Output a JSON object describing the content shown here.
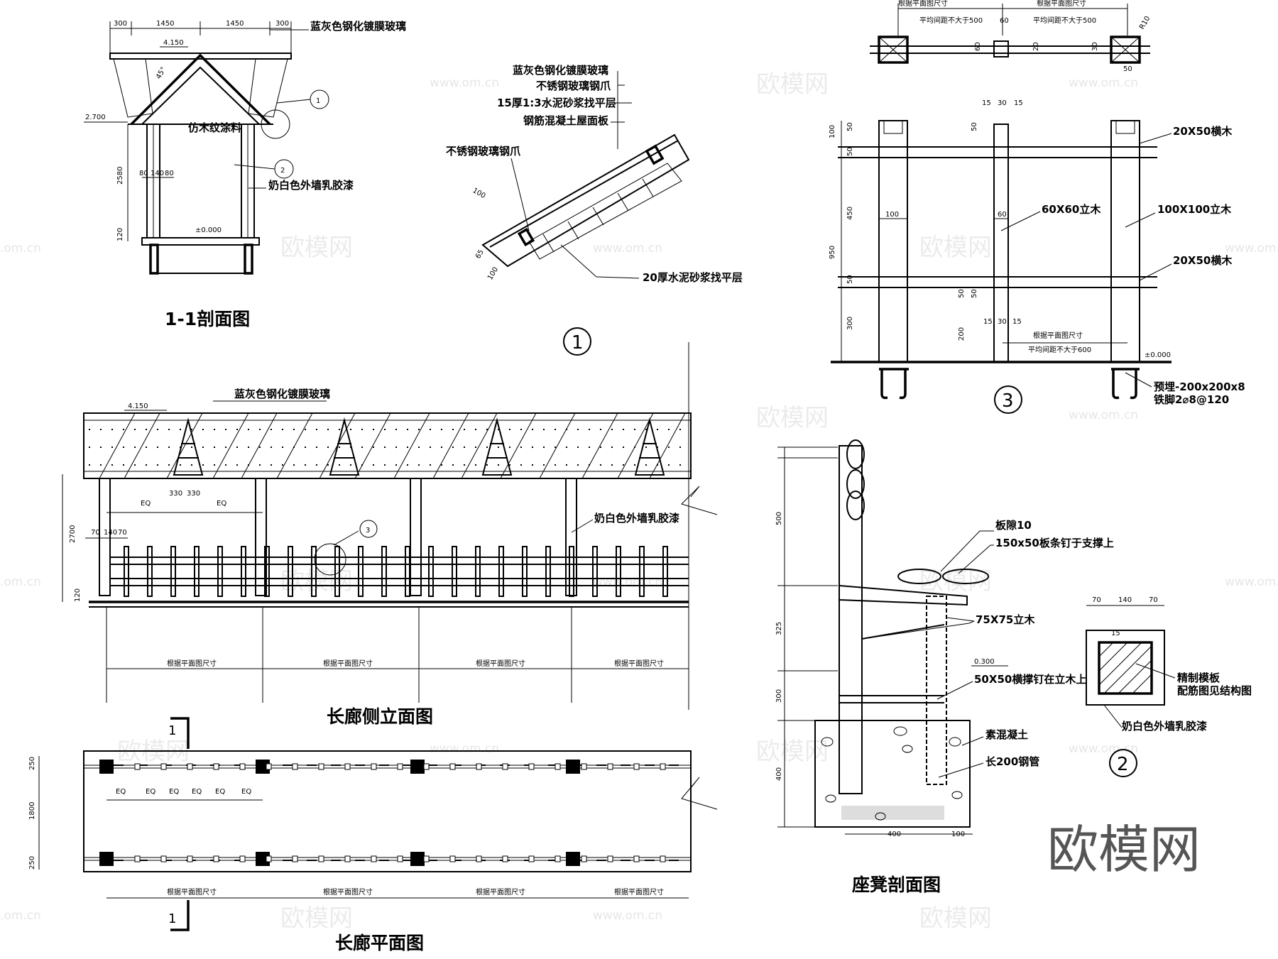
{
  "titles": {
    "section_1_1": "1-1剖面图",
    "side_elevation": "长廊侧立面图",
    "plan": "长廊平面图",
    "bench_section": "座凳剖面图"
  },
  "circle_marks": [
    "1",
    "2",
    "3"
  ],
  "notes": {
    "glass": "蓝灰色钢化镀膜玻璃",
    "steel_claw": "不锈钢玻璃钢爪",
    "mortar15": "15厚1:3水泥砂浆找平层",
    "rc_slab": "钢筋混凝土屋面板",
    "mortar20": "20厚水泥砂浆找平层",
    "wood_paint": "仿木纹涂料",
    "white_paint": "奶白色外墙乳胶漆",
    "rail_2050": "20X50横木",
    "post_6060": "60X60立木",
    "post_100": "100X100立木",
    "embed": "预埋-200x200x8",
    "anchor": "铁脚2⌀8@120",
    "gap": "板隙10",
    "slat": "150x50板条钉于支撑上",
    "post_7575": "75X75立木",
    "brace": "50X50横撑钉在立木上",
    "concrete": "素混凝土",
    "pipe": "长200钢管",
    "mould": "精制模板",
    "rebar": "配筋图见结构图",
    "per_plan": "根据平面图尺寸",
    "avg_spacing": "平均间距不大于500",
    "avg_spacing600": "平均间距不大于600"
  },
  "dims": {
    "d300": "300",
    "d1450": "1450",
    "d4150": "4.150",
    "d2700": "2.700",
    "d2580": "2580",
    "d80": "80",
    "d140": "140",
    "d120": "120",
    "d0000": "±0.000",
    "d100": "100",
    "d65": "65",
    "d60": "60",
    "d20": "20",
    "d30": "30",
    "d50": "50",
    "dR10": "R10",
    "d15": "15",
    "d450": "450",
    "d950": "950",
    "d200": "200",
    "d330": "330",
    "dEQ": "EQ",
    "d70": "70",
    "d2700b": "2700",
    "d250": "250",
    "d1800": "1800",
    "d500": "500",
    "d325": "325",
    "d400": "400",
    "d0300": "0.300",
    "d45": "45°"
  },
  "watermarks": {
    "site": "www.om.cn",
    "site_cut": ".om.cn",
    "cn": "欧模网"
  },
  "brand": "欧模网"
}
